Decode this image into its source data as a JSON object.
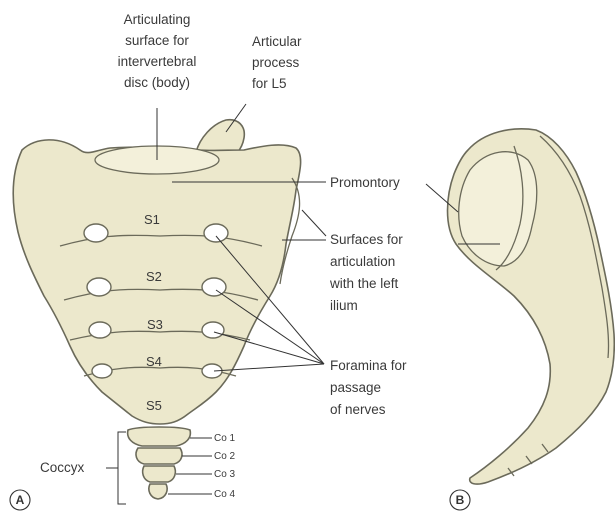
{
  "labels": {
    "articulating_surface": [
      "Articulating",
      "surface for",
      "intervertebral",
      "disc (body)"
    ],
    "articular_process": [
      "Articular",
      "process",
      "for L5"
    ],
    "promontory": [
      "Promontory"
    ],
    "surfaces_articulation": [
      "Surfaces for",
      "articulation",
      "with the left",
      "ilium"
    ],
    "foramina": [
      "Foramina for",
      "passage",
      "of nerves"
    ],
    "coccyx": "Coccyx"
  },
  "segments": [
    "S1",
    "S2",
    "S3",
    "S4",
    "S5"
  ],
  "coccygeal": [
    "Co 1",
    "Co 2",
    "Co 3",
    "Co 4"
  ],
  "panels": [
    "A",
    "B"
  ]
}
